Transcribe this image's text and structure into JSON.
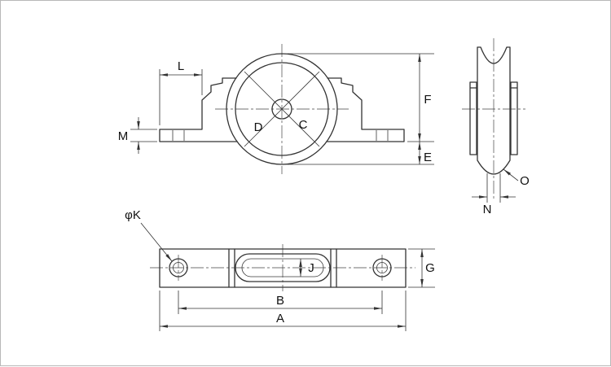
{
  "drawing": {
    "front_view": {
      "labels": {
        "L": "L",
        "M": "M",
        "D": "D",
        "C": "C",
        "F": "F",
        "E": "E"
      }
    },
    "side_view": {
      "labels": {
        "O": "O",
        "N": "N"
      }
    },
    "plan_view": {
      "labels": {
        "phiK": "φK",
        "J": "J",
        "B": "B",
        "A": "A",
        "G": "G"
      }
    },
    "colors": {
      "line": "#333333",
      "centerline": "#444444",
      "background": "#ffffff",
      "border": "#b8b8b8"
    }
  }
}
